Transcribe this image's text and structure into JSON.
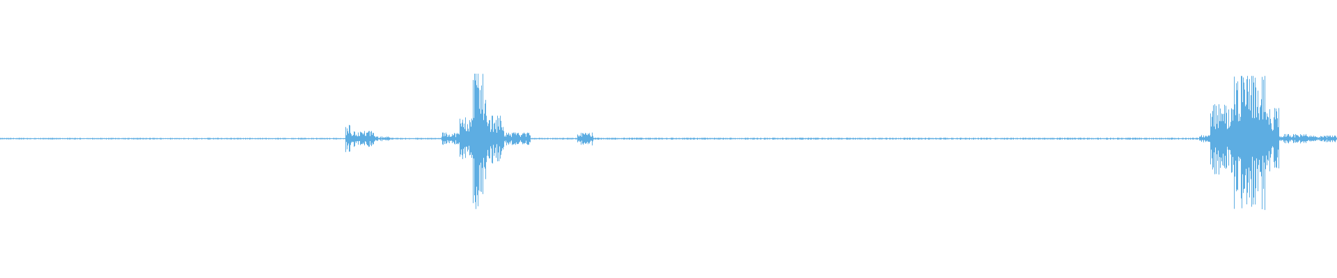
{
  "waveform": {
    "color": "#5dade2",
    "background": "#ffffff",
    "duration_seconds": 60,
    "segments": [
      {
        "start": 0.0,
        "end": 15.5,
        "amplitude": 0.01
      },
      {
        "start": 15.5,
        "end": 15.7,
        "amplitude": 0.18
      },
      {
        "start": 15.7,
        "end": 16.8,
        "amplitude": 0.1
      },
      {
        "start": 16.8,
        "end": 17.5,
        "amplitude": 0.03
      },
      {
        "start": 17.5,
        "end": 19.8,
        "amplitude": 0.01
      },
      {
        "start": 19.8,
        "end": 20.6,
        "amplitude": 0.08
      },
      {
        "start": 20.6,
        "end": 21.2,
        "amplitude": 0.3
      },
      {
        "start": 21.2,
        "end": 21.8,
        "amplitude": 0.85
      },
      {
        "start": 21.8,
        "end": 22.6,
        "amplitude": 0.3
      },
      {
        "start": 22.6,
        "end": 23.8,
        "amplitude": 0.08
      },
      {
        "start": 23.8,
        "end": 25.9,
        "amplitude": 0.01
      },
      {
        "start": 25.9,
        "end": 26.6,
        "amplitude": 0.08
      },
      {
        "start": 26.6,
        "end": 53.8,
        "amplitude": 0.012
      },
      {
        "start": 53.8,
        "end": 54.3,
        "amplitude": 0.05
      },
      {
        "start": 54.3,
        "end": 55.2,
        "amplitude": 0.45
      },
      {
        "start": 55.2,
        "end": 56.8,
        "amplitude": 0.82
      },
      {
        "start": 56.8,
        "end": 57.4,
        "amplitude": 0.4
      },
      {
        "start": 57.4,
        "end": 58.6,
        "amplitude": 0.06
      },
      {
        "start": 58.6,
        "end": 60.0,
        "amplitude": 0.04
      }
    ]
  }
}
